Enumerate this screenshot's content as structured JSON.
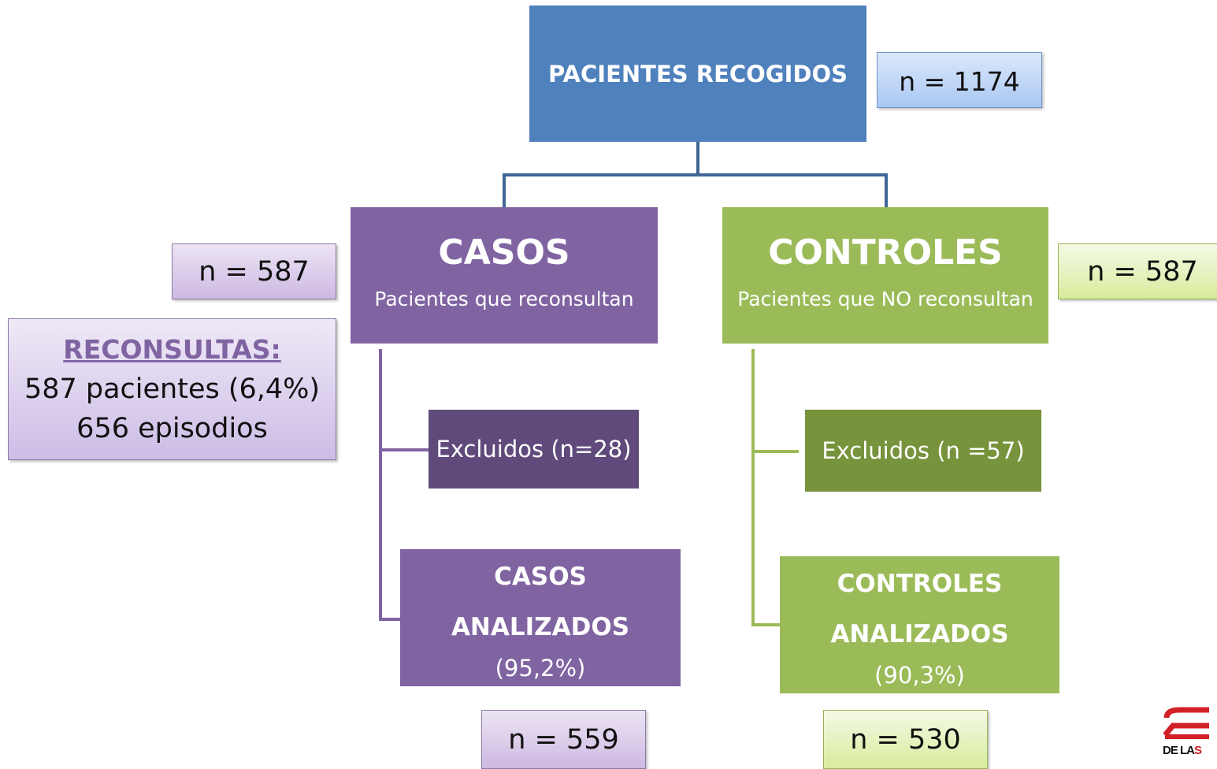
{
  "top": {
    "title": "PACIENTES RECOGIDOS",
    "n": "n = 1174"
  },
  "casos": {
    "title": "CASOS",
    "subtitle": "Pacientes que reconsultan",
    "n": "n = 587",
    "excluidos": "Excluidos (n=28)",
    "analizados_line1": "CASOS",
    "analizados_line2": "ANALIZADOS",
    "analizados_pct": "(95,2%)",
    "n_analizados": "n = 559"
  },
  "controles": {
    "title": "CONTROLES",
    "subtitle": "Pacientes que NO reconsultan",
    "n": "n = 587",
    "excluidos": "Excluidos (n =57)",
    "analizados_line1": "CONTROLES",
    "analizados_line2": "ANALIZADOS",
    "analizados_pct": "(90,3%)",
    "n_analizados": "n = 530"
  },
  "reconsultas": {
    "title": "RECONSULTAS:",
    "line1": "587 pacientes (6,4%)",
    "line2": "656 episodios"
  },
  "logo": {
    "text_dark": "DE LA",
    "text_red": "S"
  },
  "colors": {
    "blue": "#4f81bd",
    "purple": "#8064a2",
    "purple_dark": "#604a7b",
    "green": "#9bbb59",
    "green_dark": "#77933c",
    "logo_red": "#d32027"
  }
}
